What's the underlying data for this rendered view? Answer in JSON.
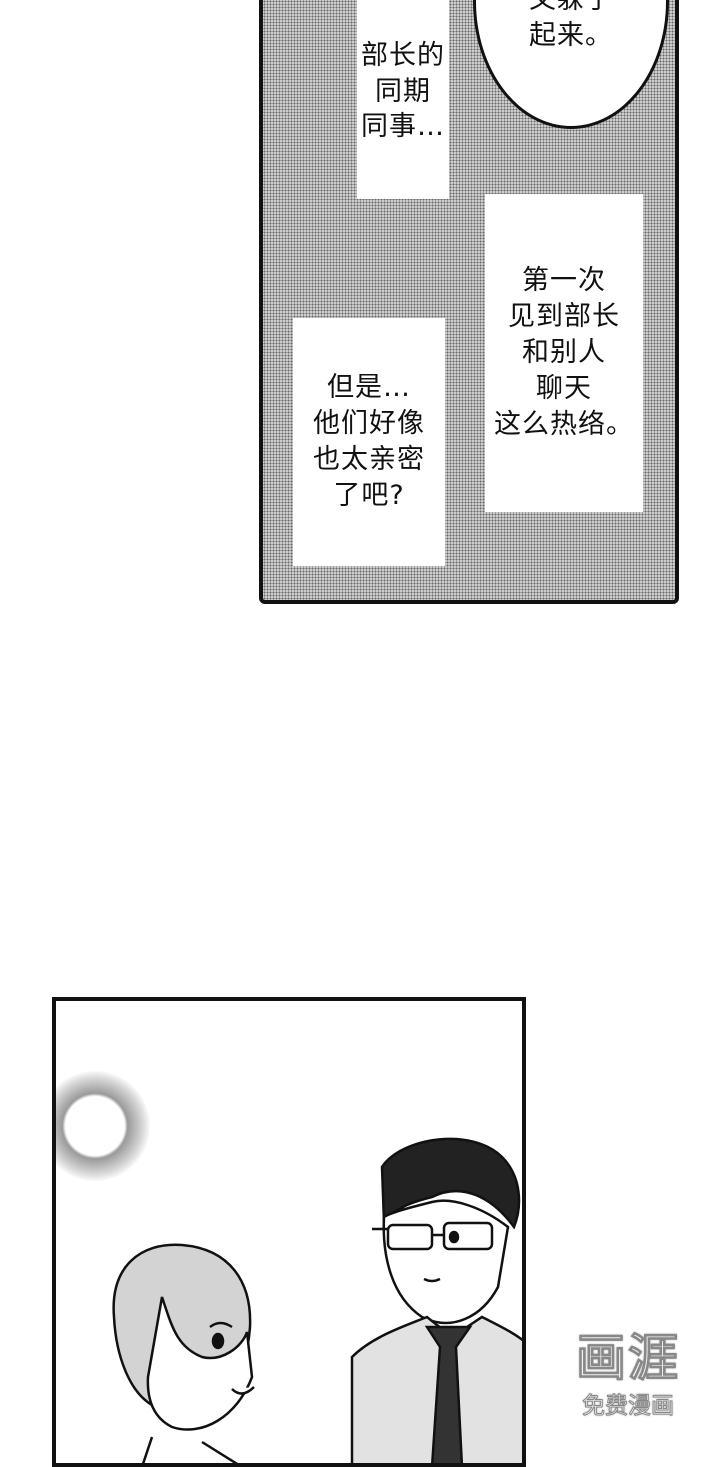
{
  "page": {
    "background": "#ffffff"
  },
  "panel_top": {
    "bubble_text": "又躲了\n起来。",
    "box_colleague": "部长的\n同期\n同事…",
    "box_first_time": "第一次\n见到部长\n和别人\n聊天\n这么热络。",
    "box_but": "但是…\n他们好像\n也太亲密\n了吧?",
    "tone_color": "#cfcfcf"
  },
  "panel_bottom": {
    "characters": [
      "woman-smiling",
      "man-with-glasses-in-suit"
    ]
  },
  "watermark": {
    "logo": "画涯",
    "subtitle": "免费漫画"
  }
}
